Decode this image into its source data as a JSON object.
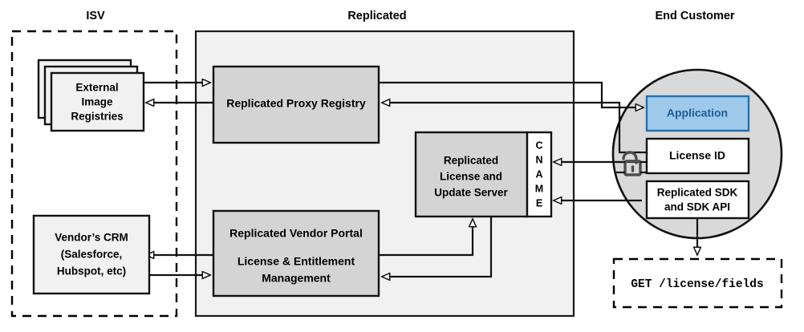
{
  "zones": {
    "isv": {
      "title": "ISV"
    },
    "replicated": {
      "title": "Replicated"
    },
    "end_customer": {
      "title": "End Customer"
    }
  },
  "nodes": {
    "external_registries": {
      "line1": "External",
      "line2": "Image",
      "line3": "Registries"
    },
    "vendor_crm": {
      "line1": "Vendor’s CRM",
      "line2": "(Salesforce,",
      "line3": "Hubspot, etc)"
    },
    "proxy_registry": {
      "label": "Replicated Proxy Registry"
    },
    "license_server": {
      "line1": "Replicated",
      "line2": "License and",
      "line3": "Update Server"
    },
    "cname": {
      "letters": [
        "C",
        "N",
        "A",
        "M",
        "E"
      ],
      "label": "CNAME"
    },
    "vendor_portal": {
      "line1": "Replicated Vendor Portal",
      "line2": "License & Entitlement",
      "line3": "Management"
    },
    "application": {
      "label": "Application"
    },
    "license_id": {
      "label": "License ID"
    },
    "sdk": {
      "line1": "Replicated SDK",
      "line2": "and SDK API"
    },
    "api_call": {
      "label": "GET /license/fields"
    }
  },
  "icons": {
    "unlock": "unlock-icon"
  },
  "colors": {
    "zone_fill": "#f1f1f1",
    "circle_fill": "#d9d9d9",
    "node_dark": "#d4d4d4",
    "node_light": "#f1f1f1",
    "app_fill": "#9ec9ea",
    "app_stroke": "#2272b0",
    "app_text": "#1f5c99",
    "stroke": "#111111",
    "lock": "#4d4d4d"
  }
}
